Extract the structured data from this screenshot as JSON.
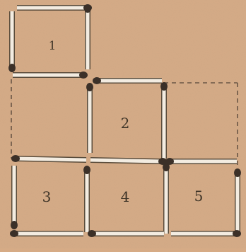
{
  "puzzle": {
    "squares": [
      {
        "id": "square-1",
        "label": "1"
      },
      {
        "id": "square-2",
        "label": "2"
      },
      {
        "id": "square-3",
        "label": "3"
      },
      {
        "id": "square-4",
        "label": "4"
      },
      {
        "id": "square-5",
        "label": "5"
      }
    ],
    "colors": {
      "background": "#d6ab86",
      "matchstick": "#f3ece1",
      "matchstick_outline": "#5a4c3b",
      "match_head": "#3b3028",
      "label": "#3e3427",
      "dashed_line": "#6a5645"
    }
  }
}
